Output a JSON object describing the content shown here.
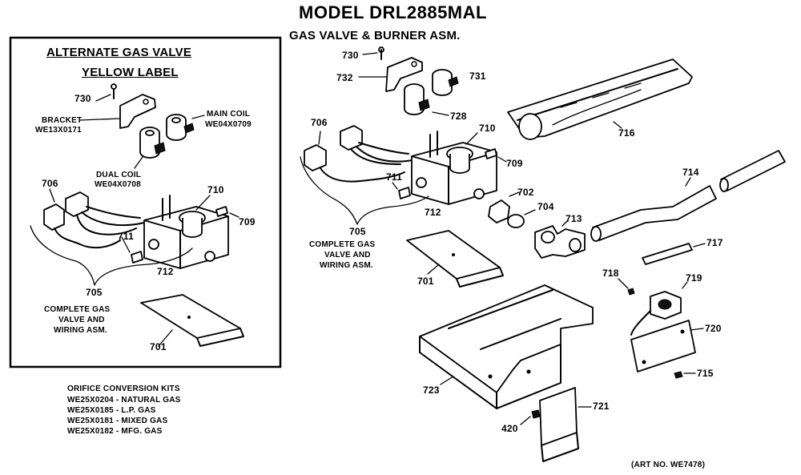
{
  "title": "MODEL DRL2885MAL",
  "subtitle": "GAS VALVE & BURNER ASM.",
  "inset": {
    "title_line1": "ALTERNATE GAS VALVE",
    "title_line2": "YELLOW LABEL",
    "bracket_label": "BRACKET",
    "bracket_part": "WE13X0171",
    "main_coil_label": "MAIN COIL",
    "main_coil_part": "WE04X0709",
    "dual_coil_label": "DUAL COIL",
    "dual_coil_part": "WE04X0708",
    "n730": "730",
    "n706": "706",
    "n710": "710",
    "n709": "709",
    "n711": "711",
    "n712": "712",
    "n705": "705",
    "n701": "701",
    "complete_line1": "COMPLETE GAS",
    "complete_line2": "VALVE AND",
    "complete_line3": "WIRING ASM."
  },
  "orifice": {
    "heading": "ORIFICE CONVERSION KITS",
    "kits": [
      "WE25X0204 - NATURAL GAS",
      "WE25X0185 - L.P. GAS",
      "WE25X0181 - MIXED GAS",
      "WE25X0182 - MFG. GAS"
    ]
  },
  "main": {
    "n730": "730",
    "n732": "732",
    "n731": "731",
    "n728": "728",
    "n706": "706",
    "n710": "710",
    "n709": "709",
    "n711": "711",
    "n712": "712",
    "n702": "702",
    "n704": "704",
    "n713": "713",
    "n716": "716",
    "n714": "714",
    "n717": "717",
    "n718": "718",
    "n719": "719",
    "n720": "720",
    "n715": "715",
    "n705": "705",
    "n701": "701",
    "n723": "723",
    "n721": "721",
    "n420": "420",
    "complete_line1": "COMPLETE GAS",
    "complete_line2": "VALVE AND",
    "complete_line3": "WIRING ASM."
  },
  "art_no": "(ART NO. WE7478)"
}
